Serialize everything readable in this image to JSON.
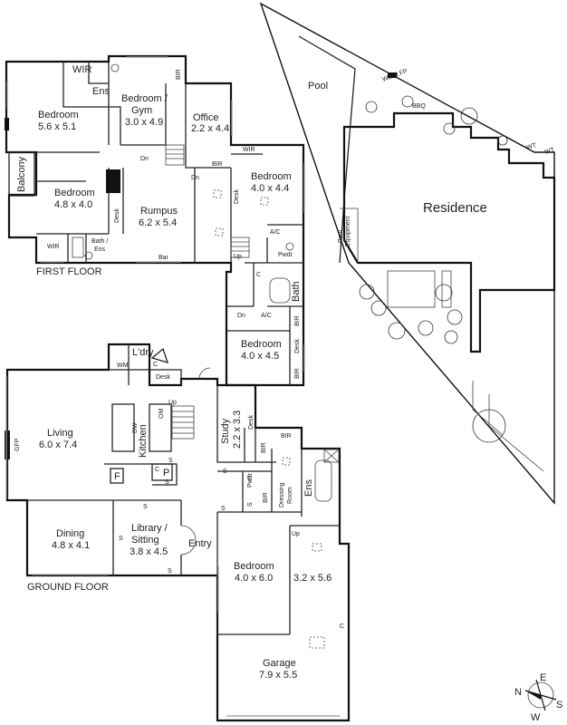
{
  "first_floor": {
    "caption": "FIRST FLOOR",
    "bedroom1": {
      "name": "Bedroom",
      "dims": "5.6 x 5.1"
    },
    "wir1": "WIR",
    "ens1": "Ens",
    "bedroom_gym": {
      "name_line1": "Bedroom /",
      "name_line2": "Gym",
      "dims": "3.0 x 4.9"
    },
    "bir_top": "BIR",
    "office": {
      "name": "Office",
      "dims": "2.2 x 4.4"
    },
    "balcony": "Balcony",
    "bedroom2": {
      "name": "Bedroom",
      "dims": "4.8 x 4.0"
    },
    "desk1": "Desk",
    "rumpus": {
      "name": "Rumpus",
      "dims": "6.2 x 5.4"
    },
    "dn1": "Dn",
    "dn2": "Dn",
    "bir_office": "BIR",
    "wir2": "WIR",
    "bedroom3": {
      "name": "Bedroom",
      "dims": "4.0 x 4.4"
    },
    "desk2": "Desk",
    "wir3": "WIR",
    "bath_ens_line1": "Bath /",
    "bath_ens_line2": "Ens",
    "bar": "Bar",
    "up1": "Up",
    "ac1": "A/C",
    "pwdr1": "Pwdr",
    "c1": "C",
    "bath2": "Bath",
    "dn3": "Dn",
    "ac2": "A/C",
    "bir_r1": "BIR",
    "desk3": "Desk",
    "bir_r2": "BIR",
    "bedroom4": {
      "name": "Bedroom",
      "dims": "4.0 x 4.5"
    }
  },
  "ground_floor": {
    "caption": "GROUND FLOOR",
    "ldry": "L'dry",
    "wm": "WM",
    "c_ldry": "C",
    "desk_ldry": "Desk",
    "living": {
      "name": "Living",
      "dims": "6.0 x 7.4"
    },
    "gfp": "GFP",
    "kitchen": "Kitchen",
    "dw": "DW",
    "om": "OM",
    "up_stair": "Up",
    "f": "F",
    "p": "P",
    "c_kit": "C",
    "s1": "S",
    "s2": "S",
    "study": {
      "name": "Study",
      "dims": "2.2 x 3.3"
    },
    "desk_study": "Desk",
    "bir_s1": "BIR",
    "bir_s2": "BIR",
    "s_study": "S",
    "c_pwdr": "C",
    "pwdr": "Pwdr",
    "s_pwdr": "S",
    "bir_s3": "BIR",
    "dressing_line1": "Dressing",
    "dressing_line2": "Room",
    "ens": "Ens",
    "dining": {
      "name": "Dining",
      "dims": "4.8 x 4.1"
    },
    "library": {
      "name_line1": "Library /",
      "name_line2": "Sitting",
      "dims": "3.8 x 4.5"
    },
    "s_lib1": "S",
    "s_lib2": "S",
    "s_lib3": "S",
    "entry": "Entry",
    "s_entry": "S",
    "bedroom": {
      "name": "Bedroom",
      "dims": "4.0 x 6.0"
    },
    "up_ens": "Up",
    "store": {
      "dims": "3.2 x 5.6"
    },
    "c_garage": "C",
    "garage": {
      "name": "Garage",
      "dims": "7.9 x 5.5"
    }
  },
  "site": {
    "pool": "Pool",
    "wood_fp": "Wood FP",
    "bbq": "BBQ",
    "wt1": "WT",
    "wt2": "WT",
    "residence": "Residence",
    "pool_equipment_line1": "Pool",
    "pool_equipment_line2": "Equipment"
  },
  "compass": {
    "n": "N",
    "e": "E",
    "s": "S",
    "w": "W"
  }
}
